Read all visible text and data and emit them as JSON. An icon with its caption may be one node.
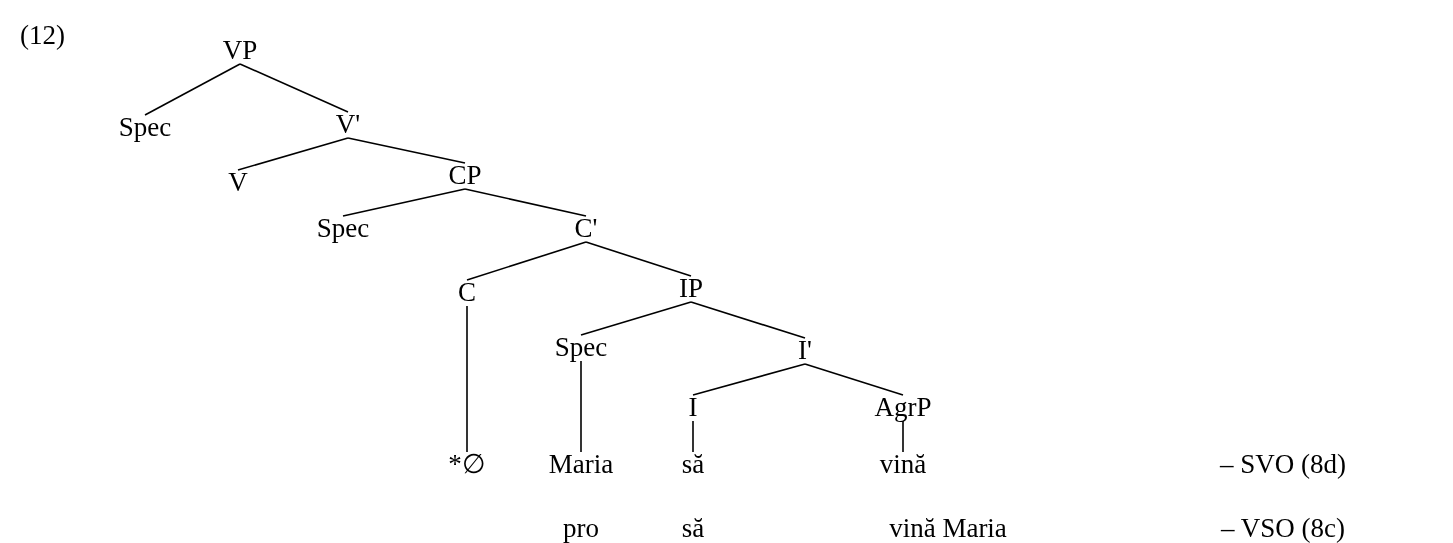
{
  "diagram": {
    "nodes": [
      {
        "text": [
          "VP"
        ]
      },
      {
        "text": [
          "Spec"
        ]
      },
      {
        "text": [
          "V'"
        ]
      },
      {
        "text": [
          "V"
        ]
      },
      {
        "text": [
          "CP"
        ]
      },
      {
        "text": [
          "Spec"
        ]
      },
      {
        "text": [
          "C'"
        ]
      },
      {
        "text": [
          "C"
        ]
      },
      {
        "text": [
          "IP"
        ]
      },
      {
        "text": [
          "Spec"
        ]
      },
      {
        "text": [
          "I'"
        ]
      },
      {
        "text": [
          "I"
        ]
      },
      {
        "text": [
          "AgrP"
        ]
      },
      {
        "text": [
          "*∅"
        ]
      },
      {
        "text": [
          "Maria"
        ]
      },
      {
        "text": [
          "să"
        ]
      },
      {
        "text": [
          "vină"
        ]
      }
    ],
    "edges": [
      {
        "from": 0,
        "to": 1,
        "arrow": "none"
      },
      {
        "from": 0,
        "to": 2,
        "arrow": "none"
      },
      {
        "from": 2,
        "to": 3,
        "arrow": "none"
      },
      {
        "from": 2,
        "to": 4,
        "arrow": "none"
      },
      {
        "from": 4,
        "to": 5,
        "arrow": "none"
      },
      {
        "from": 4,
        "to": 6,
        "arrow": "none"
      },
      {
        "from": 6,
        "to": 7,
        "arrow": "none"
      },
      {
        "from": 6,
        "to": 8,
        "arrow": "none"
      },
      {
        "from": 8,
        "to": 9,
        "arrow": "none"
      },
      {
        "from": 8,
        "to": 10,
        "arrow": "none"
      },
      {
        "from": 10,
        "to": 11,
        "arrow": "none"
      },
      {
        "from": 10,
        "to": 12,
        "arrow": "none"
      },
      {
        "from": 7,
        "to": 13,
        "arrow": "none"
      },
      {
        "from": 9,
        "to": 14,
        "arrow": "none"
      },
      {
        "from": 11,
        "to": 15,
        "arrow": "none"
      },
      {
        "from": 12,
        "to": 16,
        "arrow": "none"
      }
    ],
    "labels": [
      "(12)",
      "– SVO (8d)",
      "pro",
      "să",
      "vină Maria",
      "– VSO (8c)"
    ]
  }
}
